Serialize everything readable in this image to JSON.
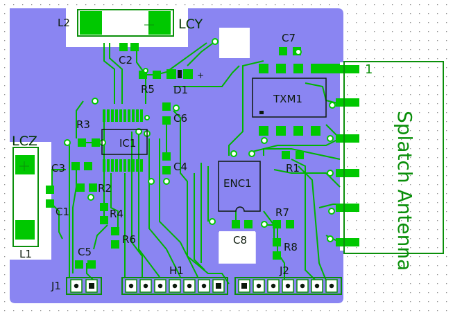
{
  "colors": {
    "board": "#8a85f2",
    "copper": "#00c800",
    "trace": "#00b400",
    "outline": "#0a8f0a",
    "silk": "#0c1a0c",
    "background": "#ffffff",
    "grid_dot": "#9a9a9a"
  },
  "labels": {
    "l2": "L2",
    "lcy": "LCY",
    "c2": "C2",
    "c7": "C7",
    "r5": "R5",
    "d1": "D1",
    "txm1": "TXM1",
    "r3": "R3",
    "lcz": "LCZ",
    "ic1": "IC1",
    "c6": "C6",
    "c3": "C3",
    "c4": "C4",
    "r1": "R1",
    "r2": "R2",
    "enc1": "ENC1",
    "c1": "C1",
    "r4": "R4",
    "r7": "R7",
    "l1": "L1",
    "r6": "R6",
    "c8": "C8",
    "r8": "R8",
    "c5": "C5",
    "h1": "H1",
    "j1": "J1",
    "j2": "J2",
    "antenna_title": "Splatch Antenna",
    "antenna_pin": "1"
  }
}
